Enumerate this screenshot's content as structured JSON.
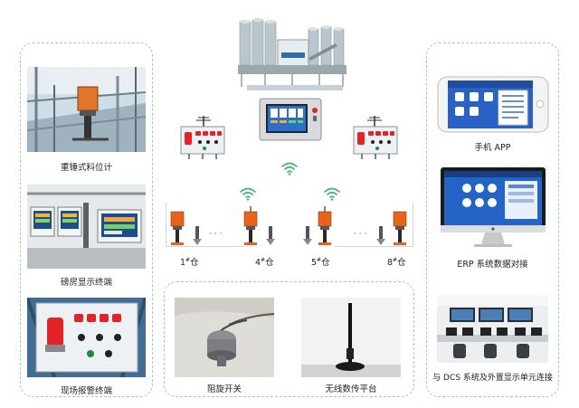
{
  "left_panel": {
    "items": [
      {
        "label": "重锤式料位计"
      },
      {
        "label": "磅房显示终端"
      },
      {
        "label": "现场报警终端"
      }
    ]
  },
  "right_panel": {
    "items": [
      {
        "label": "手机 APP"
      },
      {
        "label": "ERP 系统数据对接"
      },
      {
        "label": "与 DCS 系统及外置显示单元连接"
      }
    ]
  },
  "bottom_panel": {
    "items": [
      {
        "label": "阻旋开关"
      },
      {
        "label": "无线数传平台"
      }
    ]
  },
  "silos": [
    {
      "label": "1",
      "suffix": "仓",
      "sup": "#"
    },
    {
      "label": "4",
      "suffix": "仓",
      "sup": "#"
    },
    {
      "label": "5",
      "suffix": "仓",
      "sup": "#"
    },
    {
      "label": "8",
      "suffix": "仓",
      "sup": "#"
    }
  ],
  "ellipsis": "· · ·",
  "colors": {
    "panel_border": "#9fcfb0",
    "wifi": "#3cb371",
    "alarm_red": "#e0242a",
    "sensor_orange": "#e8641c"
  }
}
